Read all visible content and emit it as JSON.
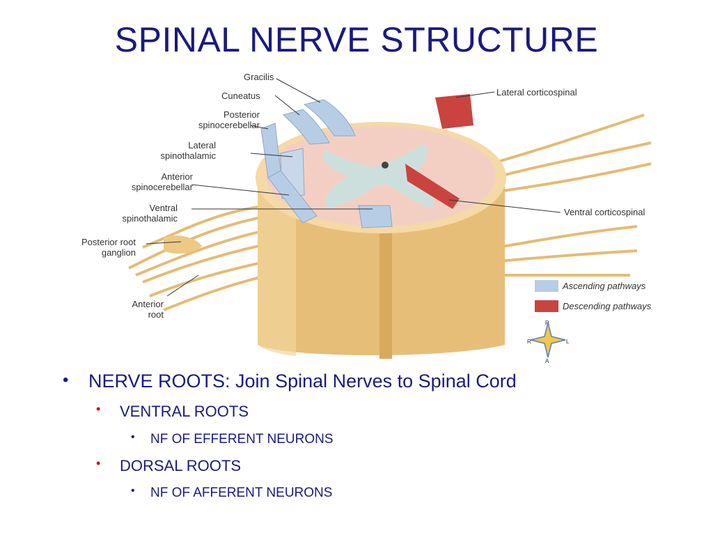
{
  "slide": {
    "title": "SPINAL NERVE STRUCTURE"
  },
  "figure": {
    "labels_left": [
      "Gracilis",
      "Cuneatus",
      "Posterior\nspinocerebellar",
      "Lateral\nspinothalamic",
      "Anterior\nspinocerebellar",
      "Ventral\nspinothalamic",
      "Posterior root\nganglion",
      "Anterior\nroot"
    ],
    "labels_right": [
      "Lateral corticospinal",
      "Ventral corticospinal"
    ],
    "legend": [
      {
        "label": "Ascending pathways",
        "color": "#b7cde6"
      },
      {
        "label": "Descending pathways",
        "color": "#c9443f"
      }
    ],
    "compass": {
      "top": "P",
      "bottom": "A",
      "left": "R",
      "right": "L"
    },
    "colors": {
      "cord": "#e9c27e",
      "gray_matter": "#cfdedd",
      "white_matter": "#f3d7c6",
      "ascending": "#b7cde6",
      "descending": "#c9443f"
    }
  },
  "bullets": {
    "level1": "NERVE ROOTS: Join Spinal Nerves to Spinal Cord",
    "level2a": "VENTRAL ROOTS",
    "level3a": "NF OF EFFERENT NEURONS",
    "level2b": "DORSAL ROOTS",
    "level3b": "NF OF AFFERENT NEURONS",
    "marker": "•"
  }
}
